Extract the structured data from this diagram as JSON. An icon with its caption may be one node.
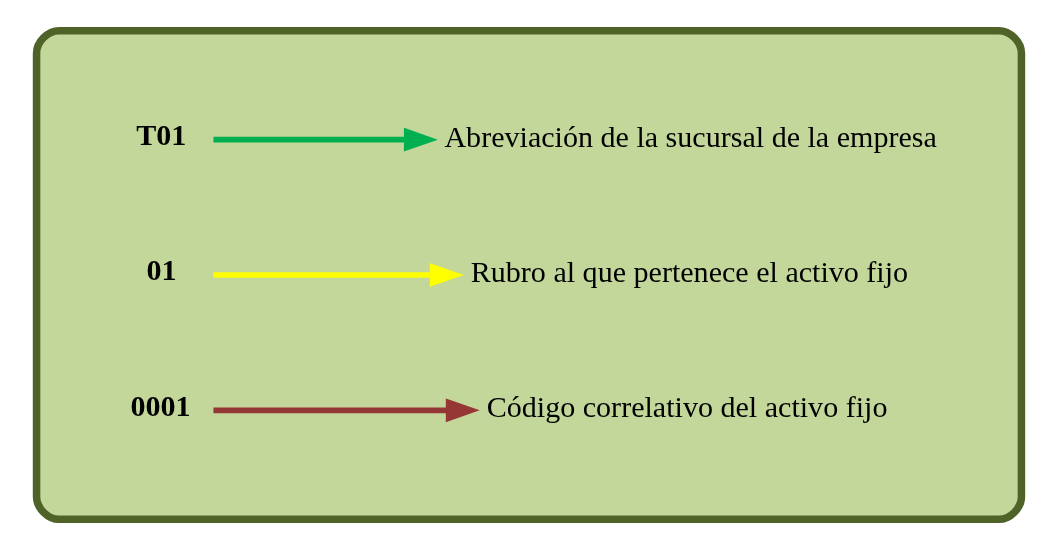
{
  "diagram": {
    "nodes": [
      {
        "text": [],
        "shape": "box"
      },
      {
        "text": [
          "T01"
        ],
        "in": 0
      },
      {
        "text": [
          "01"
        ],
        "in": 0
      },
      {
        "text": [
          "0001"
        ],
        "in": 0
      },
      {
        "text": [
          "Código correlativo del activo fijo"
        ],
        "in": 0
      },
      {
        "text": [
          "Rubro al que pertenece el activo fijo"
        ],
        "in": 0
      },
      {
        "text": [
          "Abreviación de la sucursal de la empresa"
        ],
        "in": 0
      }
    ],
    "edges": [
      {
        "from": 3,
        "to": 4,
        "arrow": "to",
        "color": "#953735"
      },
      {
        "from": 2,
        "to": 5,
        "arrow": "to",
        "color": "#ffff00"
      },
      {
        "from": 1,
        "to": 6,
        "arrow": "to",
        "color": "#00b050"
      }
    ]
  }
}
